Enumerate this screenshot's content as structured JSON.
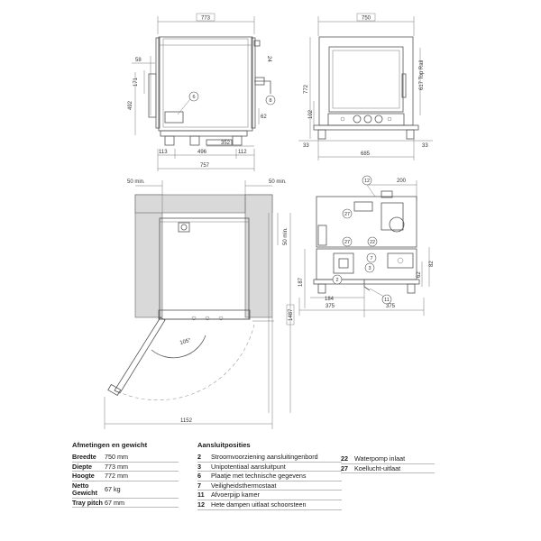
{
  "drawing": {
    "front_view": {
      "dims": {
        "top_width": "773",
        "d58": "58",
        "d171": "171",
        "d492": "492",
        "d24": "24",
        "d62": "62",
        "d352": "352",
        "d113": "113",
        "d496": "496",
        "d112": "112",
        "d757": "757"
      },
      "callouts": {
        "c6": "6",
        "c8": "8"
      }
    },
    "side_view": {
      "dims": {
        "top_width": "750",
        "d772": "772",
        "d102": "102",
        "d617": "617 Top Rail",
        "d33a": "33",
        "d685": "685",
        "d33b": "33"
      }
    },
    "plan_view": {
      "dims": {
        "clear_left": "50 min.",
        "clear_right": "50 min.",
        "clear_side": "50 min.",
        "angle": "105°",
        "total_width": "1152",
        "d1487": "1487"
      }
    },
    "rear_view": {
      "dims": {
        "d200": "200",
        "d187": "187",
        "d62": "62",
        "d82": "82",
        "d184": "184",
        "d375a": "375",
        "d375b": "375"
      },
      "callouts": {
        "c12": "12",
        "c27": "27",
        "c22": "22",
        "c7": "7",
        "c3": "3",
        "c2": "2",
        "c11": "11"
      }
    }
  },
  "dimensions_table": {
    "title": "Afmetingen en gewicht",
    "rows": [
      {
        "key": "Breedte",
        "value": "750 mm"
      },
      {
        "key": "Diepte",
        "value": "773 mm"
      },
      {
        "key": "Hoogte",
        "value": "772 mm"
      },
      {
        "key": "Netto Gewicht",
        "key1": "Netto",
        "key2": "Gewicht",
        "value": "67 kg"
      },
      {
        "key": "Tray pitch",
        "value": "67 mm"
      }
    ]
  },
  "connections_table": {
    "title": "Aansluitposities",
    "rows": [
      {
        "num": "2",
        "label": "Stroomvoorziening aansluitingenbord"
      },
      {
        "num": "3",
        "label": "Unipotentiaal aansluitpunt"
      },
      {
        "num": "6",
        "label": "Plaatje met technische gegevens"
      },
      {
        "num": "7",
        "label": "Veiligheidsthermostaat"
      },
      {
        "num": "11",
        "label": "Afvoerpijp kamer"
      },
      {
        "num": "12",
        "label": "Hete dampen uitlaat schoorsteen"
      }
    ],
    "rows_right": [
      {
        "num": "22",
        "label": "Waterpomp inlaat"
      },
      {
        "num": "27",
        "label": "Koellucht-uitlaat"
      }
    ]
  }
}
